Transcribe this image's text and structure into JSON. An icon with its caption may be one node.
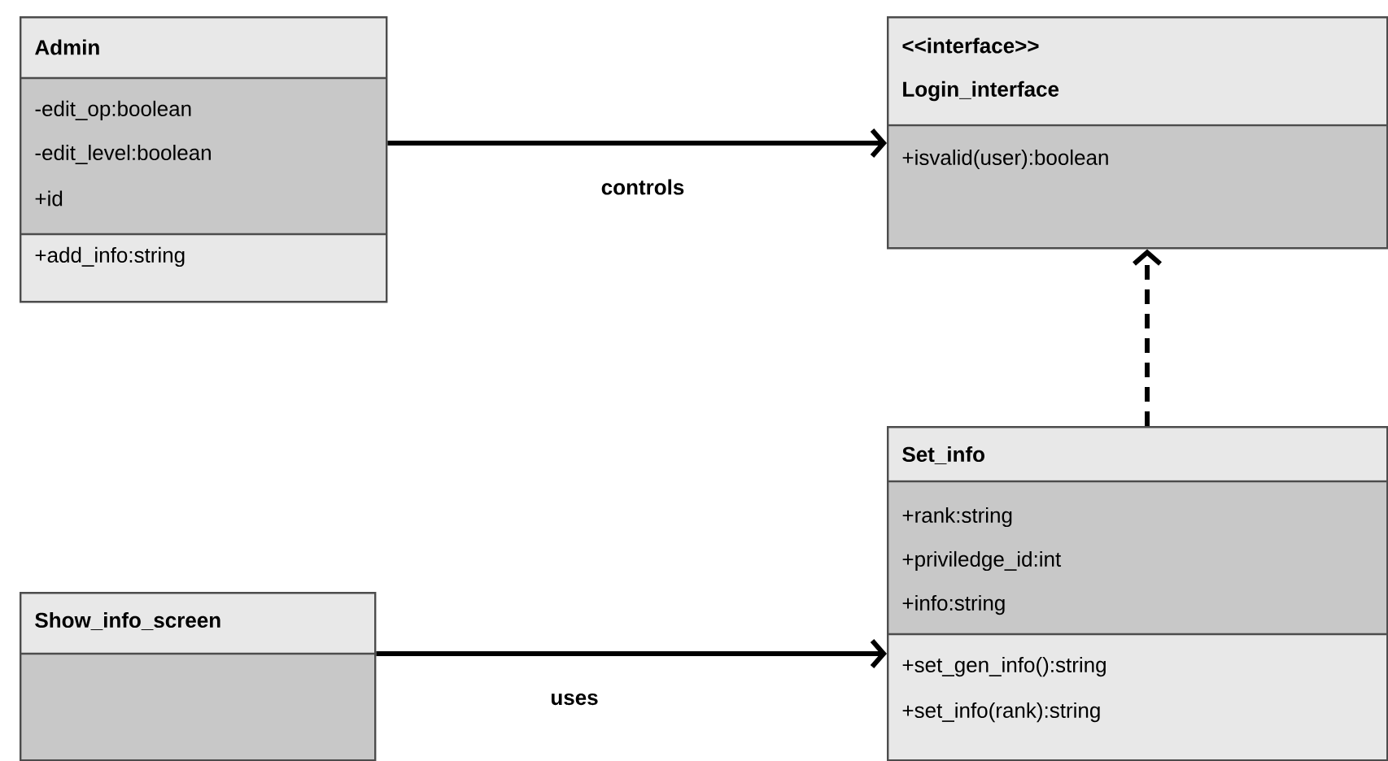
{
  "diagram": {
    "nodes": [
      {
        "text": [
          "Admin",
          "-edit_op:boolean",
          "-edit_level:boolean",
          "+id",
          "+add_info:string"
        ]
      },
      {
        "text": [
          "<<interface>>",
          "Login_interface",
          "+isvalid(user):boolean"
        ]
      },
      {
        "text": [
          "Set_info",
          "+rank:string",
          "+priviledge_id:int",
          "+info:string",
          "+set_gen_info():string",
          "+set_info(rank):string"
        ]
      },
      {
        "text": [
          "Show_info_screen"
        ]
      }
    ],
    "edges": [
      {
        "from": 0,
        "to": 1,
        "arrow": "to",
        "label": "controls"
      },
      {
        "from": 2,
        "to": 1,
        "arrow": "to",
        "style": "dashed"
      },
      {
        "from": 3,
        "to": 2,
        "arrow": "to",
        "label": "uses"
      }
    ]
  }
}
